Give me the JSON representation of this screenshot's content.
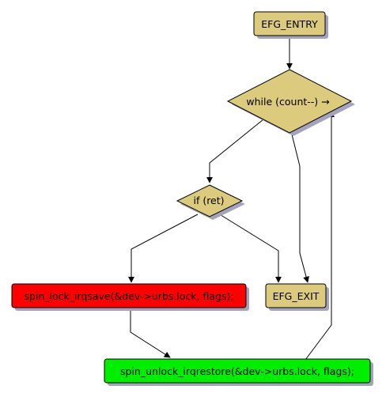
{
  "diagram": {
    "nodes": {
      "entry": {
        "label": "EFG_ENTRY",
        "fill": "#dccb7c"
      },
      "while": {
        "label": "while (count--) →",
        "fill": "#dccb7c"
      },
      "if": {
        "label": "if (ret)",
        "fill": "#dccb7c"
      },
      "lock": {
        "label": "spin_lock_irqsave(&dev->urbs.lock, flags);",
        "fill": "#ff0000"
      },
      "exit": {
        "label": "EFG_EXIT",
        "fill": "#dccb7c"
      },
      "unlock": {
        "label": "spin_unlock_irqrestore(&dev->urbs.lock, flags);",
        "fill": "#00ee00"
      }
    },
    "edges": [
      {
        "from": "entry",
        "to": "while"
      },
      {
        "from": "while",
        "to": "if"
      },
      {
        "from": "while",
        "to": "exit"
      },
      {
        "from": "if",
        "to": "lock"
      },
      {
        "from": "if",
        "to": "exit"
      },
      {
        "from": "lock",
        "to": "unlock"
      },
      {
        "from": "unlock",
        "to": "while"
      }
    ],
    "colors": {
      "shadow": "#a3a3c0",
      "edge": "#000000",
      "node_border": "#000000"
    }
  }
}
